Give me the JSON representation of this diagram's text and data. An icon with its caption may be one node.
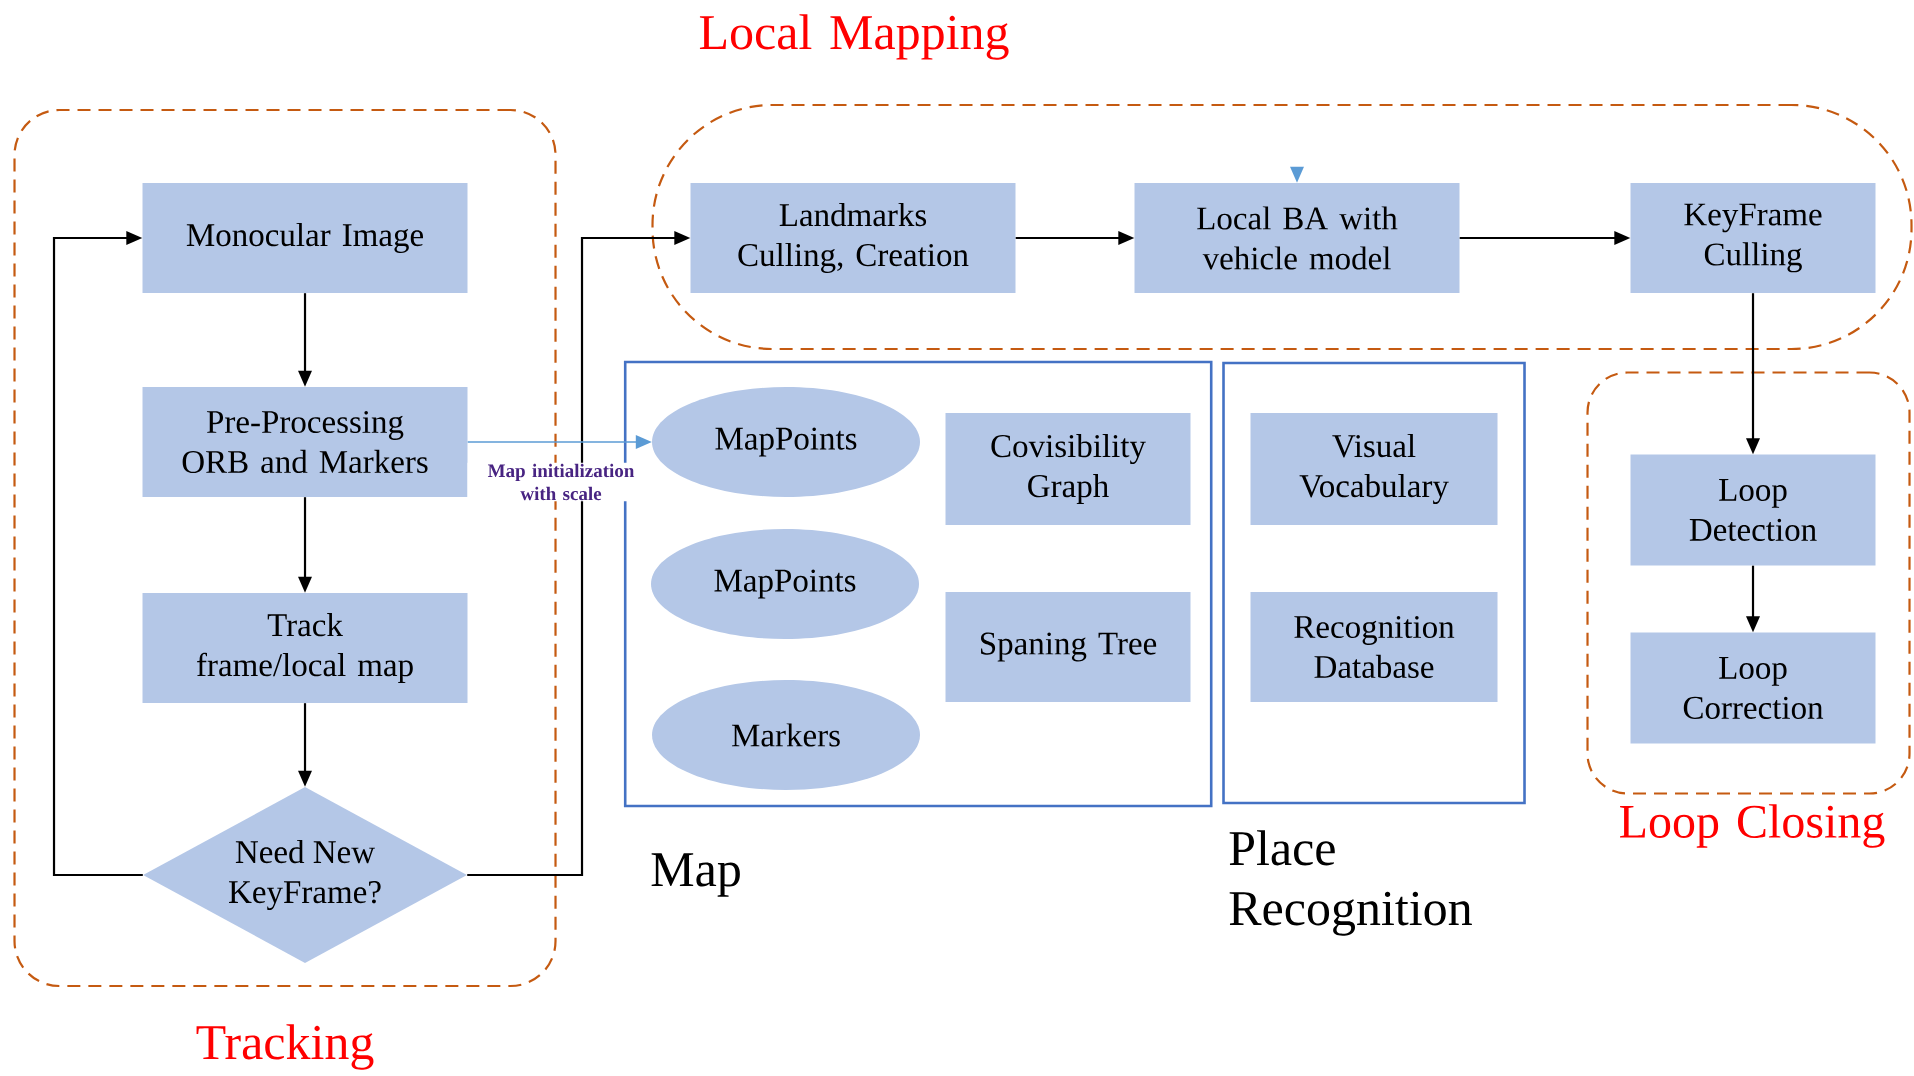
{
  "diagram": {
    "nodes": [
      {
        "text": [
          "Tracking"
        ]
      },
      {
        "text": [
          "Monocular Image"
        ],
        "in": 0
      },
      {
        "text": [
          "Pre-Processing ORB and Markers"
        ],
        "in": 0
      },
      {
        "text": [
          "Track frame/local map"
        ],
        "in": 0
      },
      {
        "text": [
          "Need New KeyFrame?"
        ],
        "in": 0
      },
      {
        "text": [
          "Local Mapping"
        ]
      },
      {
        "text": [
          "Landmarks Culling, Creation"
        ],
        "in": 5
      },
      {
        "text": [
          "Local BA with vehicle model"
        ],
        "in": 5
      },
      {
        "text": [
          "KeyFrame Culling"
        ],
        "in": 5
      },
      {
        "text": [
          "Map"
        ]
      },
      {
        "text": [
          "MapPoints"
        ],
        "in": 9
      },
      {
        "text": [
          "Covisibility Graph"
        ],
        "in": 9
      },
      {
        "text": [
          "MapPoints"
        ],
        "in": 9
      },
      {
        "text": [
          "Spaning Tree"
        ],
        "in": 9
      },
      {
        "text": [
          "Markers"
        ],
        "in": 9
      },
      {
        "text": [
          "Place Recognition"
        ]
      },
      {
        "text": [
          "Visual Vocabulary"
        ],
        "in": 15
      },
      {
        "text": [
          "Recognition Database"
        ],
        "in": 15
      },
      {
        "text": [
          "Loop Closing"
        ]
      },
      {
        "text": [
          "Loop Detection"
        ],
        "in": 18
      },
      {
        "text": [
          "Loop Correction"
        ],
        "in": 18
      }
    ],
    "edges": [
      {
        "from": 1,
        "to": 2,
        "arrow": "to"
      },
      {
        "from": 2,
        "to": 3,
        "arrow": "to"
      },
      {
        "from": 3,
        "to": 4,
        "arrow": "to"
      },
      {
        "from": 4,
        "to": 1,
        "arrow": "to"
      },
      {
        "from": 4,
        "to": 6,
        "arrow": "to"
      },
      {
        "from": 6,
        "to": 7,
        "arrow": "to"
      },
      {
        "from": 7,
        "to": 8,
        "arrow": "to"
      },
      {
        "from": 8,
        "to": 19,
        "arrow": "to"
      },
      {
        "from": 19,
        "to": 20,
        "arrow": "to"
      },
      {
        "from": 2,
        "to": 10,
        "arrow": "to",
        "label": "Map initialization with scale",
        "color": "#5b9bd5"
      },
      {
        "from": null,
        "to": 7,
        "arrow": "to",
        "color": "#5b9bd5"
      }
    ]
  }
}
